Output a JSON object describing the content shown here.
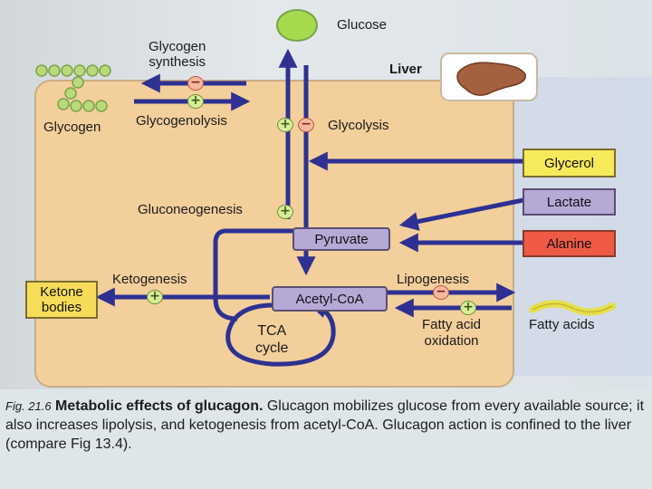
{
  "diagram": {
    "top_label": "Glucose",
    "liver_label": "Liver",
    "glycogen_synthesis": "Glycogen\nsynthesis",
    "glycogen": "Glycogen",
    "glycogenolysis": "Glycogenolysis",
    "glycolysis": "Glycolysis",
    "gluconeogenesis": "Gluconeogenesis",
    "pyruvate": "Pyruvate",
    "glycerol": "Glycerol",
    "lactate": "Lactate",
    "alanine": "Alanine",
    "ketogenesis": "Ketogenesis",
    "ketone_bodies": "Ketone\nbodies",
    "acetyl_coa": "Acetyl-CoA",
    "lipogenesis": "Lipogenesis",
    "tca_cycle": "TCA\ncycle",
    "fatty_acid_oxidation": "Fatty acid\noxidation",
    "fatty_acids": "Fatty acids",
    "plus_sign": "+",
    "minus_sign": "−"
  },
  "caption": {
    "fig_label": "Fig. 21.6",
    "title": "Metabolic effects of glucagon.",
    "body": "Glucagon mobilizes glucose from every available source; it also increases lipolysis, and ketogenesis from acetyl-CoA. Glucagon action is confined to the liver (compare Fig 13.4)."
  },
  "colors": {
    "liver_panel": "#f3cf9c",
    "arrow": "#2e3192",
    "node_purple": "#b7a9d6",
    "glycerol_yellow": "#f6ea5a",
    "alanine_red": "#ee5a44",
    "ketone_yellow": "#f6dc58",
    "glucose_green": "#a6d94e",
    "glycogen_green": "#b9d97a"
  }
}
